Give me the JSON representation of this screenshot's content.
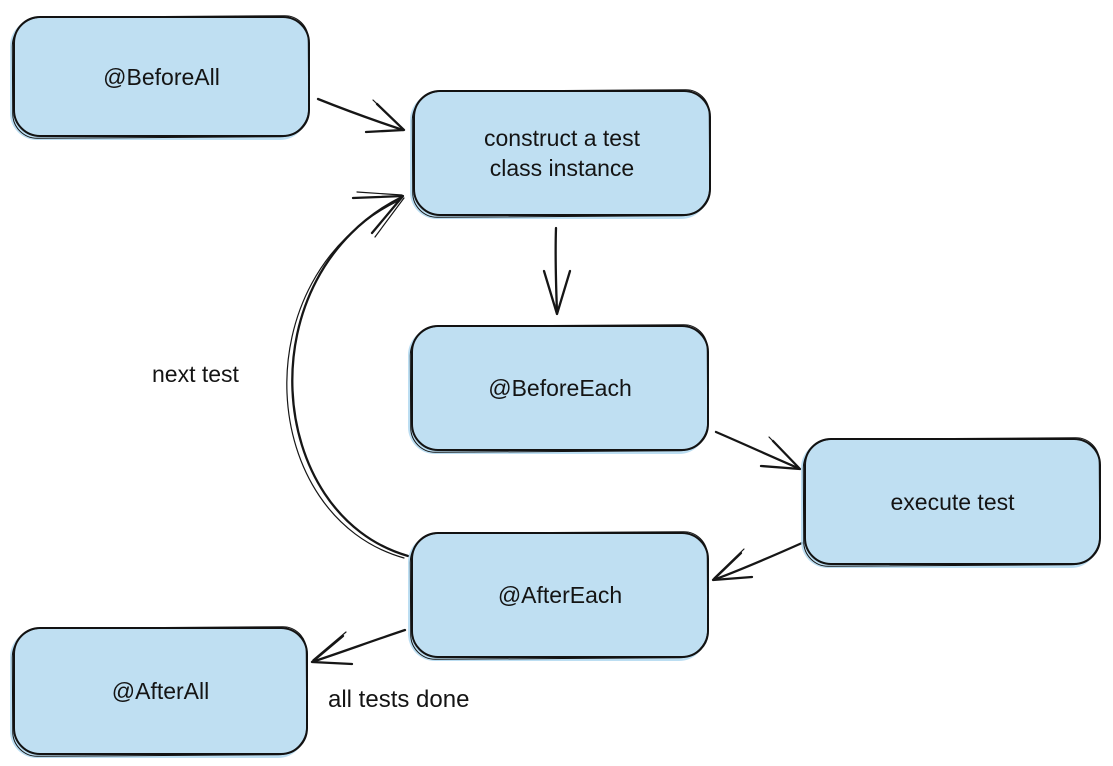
{
  "diagram": {
    "type": "flow-diagram",
    "style": "hand-drawn-sketch",
    "colors": {
      "background": "#ffffff",
      "node_fill": "#bfdff2",
      "stroke": "#161616",
      "text": "#141414"
    },
    "nodes": {
      "beforeall": {
        "label": "@BeforeAll"
      },
      "construct": {
        "label": "construct a test\nclass instance"
      },
      "beforeeach": {
        "label": "@BeforeEach"
      },
      "execute": {
        "label": "execute test"
      },
      "aftereach": {
        "label": "@AfterEach"
      },
      "afterall": {
        "label": "@AfterAll"
      }
    },
    "edges": [
      {
        "id": "beforeall-construct",
        "from": "beforeall",
        "to": "construct",
        "label": ""
      },
      {
        "id": "construct-beforeeach",
        "from": "construct",
        "to": "beforeeach",
        "label": ""
      },
      {
        "id": "beforeeach-execute",
        "from": "beforeeach",
        "to": "execute",
        "label": ""
      },
      {
        "id": "execute-aftereach",
        "from": "execute",
        "to": "aftereach",
        "label": ""
      },
      {
        "id": "aftereach-construct",
        "from": "aftereach",
        "to": "construct",
        "label": "next test"
      },
      {
        "id": "aftereach-afterall",
        "from": "aftereach",
        "to": "afterall",
        "label": "all tests done"
      }
    ]
  }
}
